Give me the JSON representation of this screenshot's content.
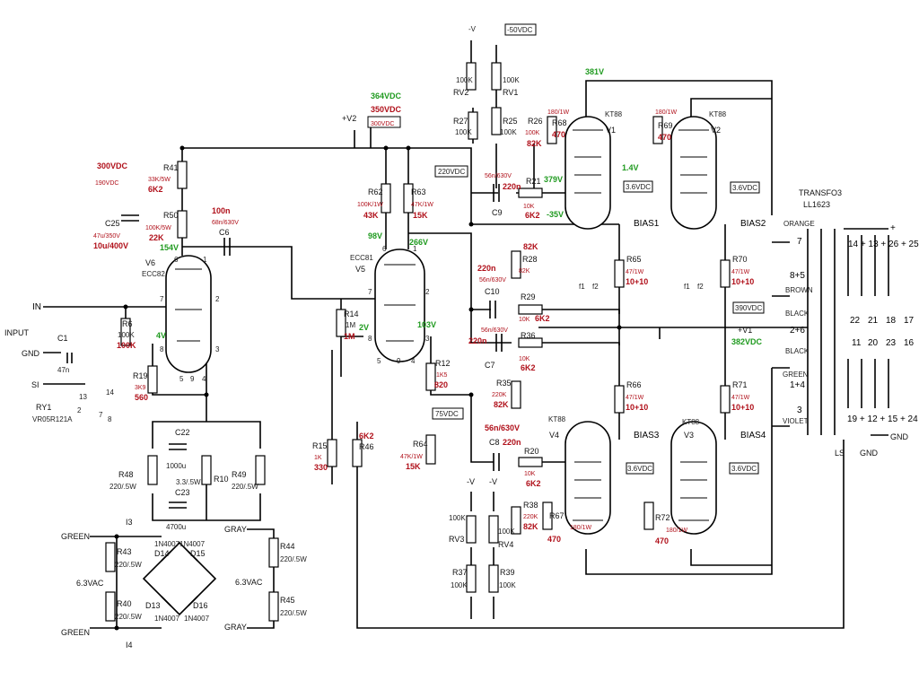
{
  "labels": {
    "minus_v_top": "-V",
    "minus50": "-50VDC",
    "rv2": "RV2",
    "rv2_val": "100K",
    "rv1": "RV1",
    "rv1_val": "100K",
    "r27": "R27",
    "r27_val": "100K",
    "r25": "R25",
    "r25_val": "100K",
    "r26": "R26",
    "r26_old": "100K",
    "r26_new": "82K",
    "r68": "R68",
    "r68_old": "180/1W",
    "r68_new": "470",
    "r69": "R69",
    "r69_old": "180/1W",
    "r69_new": "470",
    "v1": "V1",
    "v2": "V2",
    "kt88": "KT88",
    "v381": "381V",
    "v364": "364VDC",
    "v350": "350VDC",
    "v350_old": "300VDC",
    "plus_v2": "+V2",
    "v220": "220VDC",
    "r21": "R21",
    "r21_old": "10K",
    "r21_new": "6K2",
    "c9": "C9",
    "c9_old": "56n/630V",
    "c9_new": "220n",
    "v379": "379V",
    "v14": "1.4V",
    "v_35": "-35V",
    "v36a": "3.6VDC",
    "v36b": "3.6VDC",
    "v36c": "3.6VDC",
    "v36d": "3.6VDC",
    "bias1": "BIAS1",
    "bias2": "BIAS2",
    "bias3": "BIAS3",
    "bias4": "BIAS4",
    "r65": "R65",
    "r65_old": "47/1W",
    "r65_new": "10+10",
    "r70": "R70",
    "r70_old": "47/1W",
    "r70_new": "10+10",
    "f1": "f1",
    "f2": "f2",
    "v300": "300VDC",
    "v300_old": "190VDC",
    "r41": "R41",
    "r41_old": "33K/5W",
    "r41_new": "6K2",
    "r50": "R50",
    "r50_old": "100K/5W",
    "r50_new": "22K",
    "c25": "C25",
    "c25_old": "47u/350V",
    "c25_new": "10u/400V",
    "c6": "C6",
    "c6_new": "100n",
    "c6_old": "68n/630V",
    "v154": "154V",
    "v6": "V6",
    "ecc82": "ECC82",
    "r62": "R62",
    "r62_old": "100K/1W",
    "r62_new": "43K",
    "r63": "R63",
    "r63_old": "47K/1W",
    "r63_new": "15K",
    "v98": "98V",
    "v266": "266V",
    "ecc81": "ECC81",
    "v5": "V5",
    "r28": "R28",
    "r28_new": "82K",
    "r28_old": "82K",
    "c10": "C10",
    "c10_new": "220n",
    "c10_old": "56n/630V",
    "r29": "R29",
    "r29_old": "10K",
    "r29_new": "6K2",
    "in": "IN",
    "input": "INPUT",
    "gnd": "GND",
    "c1": "C1",
    "c1_val": "47n",
    "r6": "R6",
    "r6_val": "100K",
    "r6_new": "100K",
    "v4": "4V",
    "r14": "R14",
    "r14_val": "1M",
    "r14_new": "1M",
    "v2v": "2V",
    "v103": "103V",
    "c7": "C7",
    "c7_new": "220n",
    "c7_old": "56n/630V",
    "r36": "R36",
    "r36_old": "10K",
    "r36_new": "6K2",
    "r19": "R19",
    "r19_old": "3K9",
    "r19_new": "560",
    "si": "SI",
    "ry1": "RY1",
    "ry1_part": "VR05R121A",
    "r12": "R12",
    "r12_old": "1K5",
    "r12_new": "820",
    "r35": "R35",
    "r35_old": "220K",
    "r35_new": "82K",
    "v75": "75VDC",
    "r64": "R64",
    "r64_old": "47K/1W",
    "r64_new": "15K",
    "r15": "R15",
    "r15_old": "1K",
    "r15_new": "330",
    "r46": "R46",
    "r46_new": "6K2",
    "c22": "C22",
    "c22_val": "1000u",
    "r48": "R48",
    "r48_val": "220/.5W",
    "r10": "R10",
    "r10_val": "3.3/.5W",
    "r49": "R49",
    "r49_val": "220/.5W",
    "c23": "C23",
    "c23_val": "4700u",
    "i3": "I3",
    "i4": "I4",
    "green1": "GREEN",
    "green2": "GREEN",
    "r43": "R43",
    "r43_val": "220/.5W",
    "r40": "R40",
    "r40_val": "220/.5W",
    "d14": "D14",
    "d15": "D15",
    "d13": "D13",
    "d16": "D16",
    "diode": "1N4007",
    "vac63a": "6.3VAC",
    "vac63b": "6.3VAC",
    "gray1": "GRAY",
    "gray2": "GRAY",
    "r44": "R44",
    "r44_val": "220/.5W",
    "r45": "R45",
    "r45_val": "220/.5W",
    "c8": "C8",
    "c8_new": "220n",
    "c8_old": "56n/630V",
    "r20": "R20",
    "r20_old": "10K",
    "r20_new": "6K2",
    "v4t": "V4",
    "v3t": "V3",
    "r66": "R66",
    "r66_old": "47/1W",
    "r66_new": "10+10",
    "r71": "R71",
    "r71_old": "47/1W",
    "r71_new": "10+10",
    "r38": "R38",
    "r38_old": "220K",
    "r38_new": "82K",
    "r67": "R67",
    "r67_old": "180/1W",
    "r67_new": "470",
    "r72": "R72",
    "r72_old": "180/1W",
    "r72_new": "470",
    "rv3": "RV3",
    "rv4": "RV4",
    "rv_val": "100K",
    "r37": "R37",
    "r37_val": "100K",
    "r39": "R39",
    "r39_val": "100K",
    "minus_v_a": "-V",
    "minus_v_b": "-V",
    "transfo": "TRANSFO3",
    "ll1623": "LL1623",
    "orange": "ORANGE",
    "brown": "BROWN",
    "black1": "BLACK",
    "black2": "BLACK",
    "green_t": "GREEN",
    "violet": "VIOLET",
    "p7": "7",
    "p85": "8+5",
    "p26": "2+6",
    "p14": "1+4",
    "p3": "3",
    "v390": "390VDC",
    "plus_v1": "+V1",
    "v382": "382VDC",
    "sec_top": "14 + 13 + 26 + 25",
    "sec_a1": "22",
    "sec_a2": "21",
    "sec_a3": "18",
    "sec_a4": "17",
    "sec_b1": "11",
    "sec_b2": "20",
    "sec_b3": "23",
    "sec_b4": "16",
    "sec_bot": "19 + 12 + 15 + 24",
    "ls": "LS",
    "gnd_out": "GND",
    "gnd_ls": "GND",
    "plus": "+",
    "minus": "-",
    "pin1": "1",
    "pin2": "2",
    "pin3": "3",
    "pin4": "4",
    "pin5": "5",
    "pin6": "6",
    "pin7": "7",
    "pin8": "8",
    "pin9": "9",
    "pin13": "13",
    "pin14": "14",
    "pin7b": "7",
    "pin8b": "8",
    "pin2b": "2"
  }
}
